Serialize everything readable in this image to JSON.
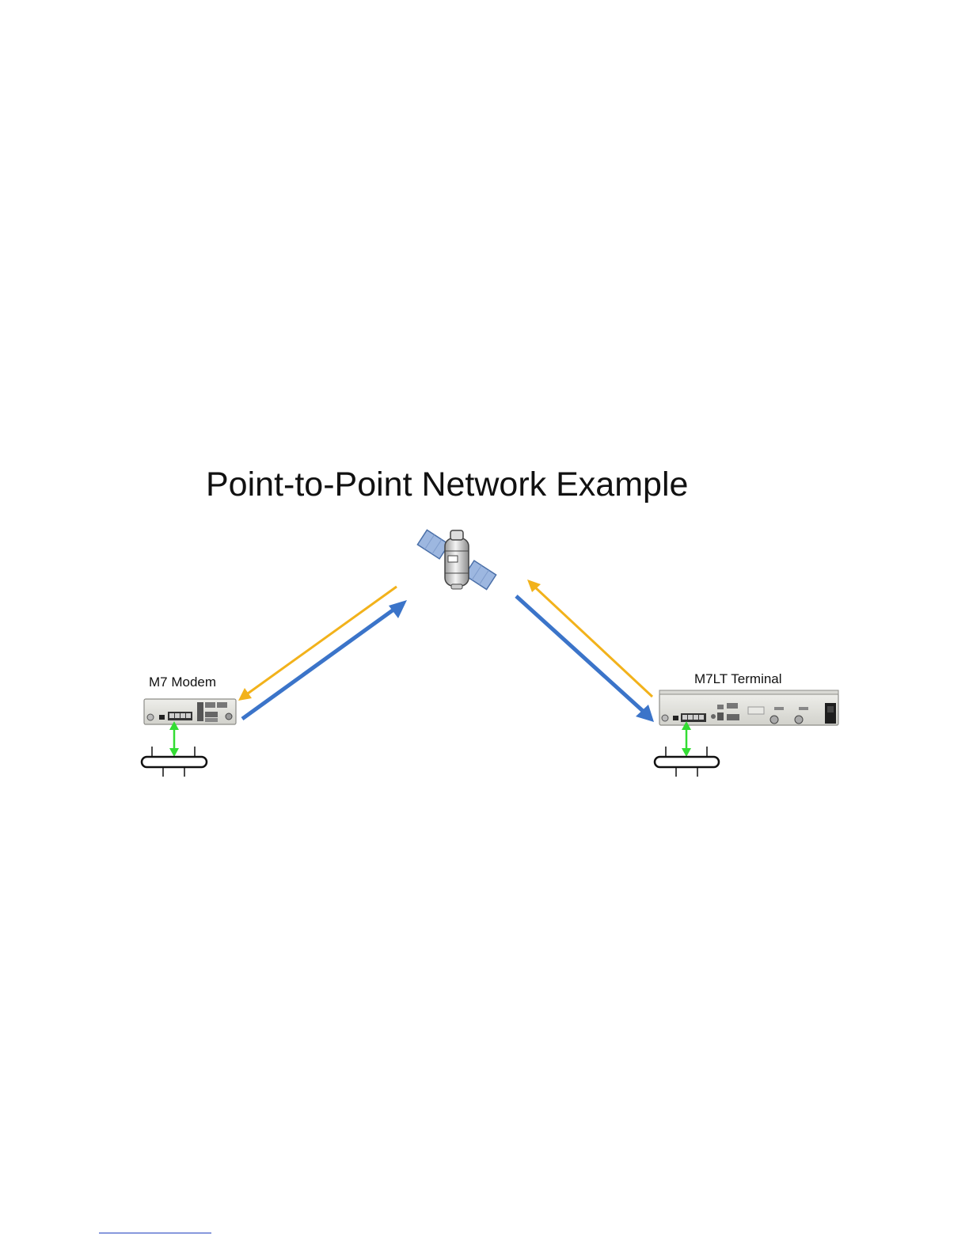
{
  "diagram": {
    "title": "Point-to-Point Network Example",
    "nodes": {
      "modem": {
        "label": "M7 Modem"
      },
      "terminal": {
        "label": "M7LT Terminal"
      },
      "satellite": {
        "icon": "satellite-icon"
      }
    },
    "links": [
      {
        "from": "modem",
        "to": "satellite",
        "color": "#3b74c9"
      },
      {
        "from": "satellite",
        "to": "modem",
        "color": "#f2b21b"
      },
      {
        "from": "satellite",
        "to": "terminal",
        "color": "#3b74c9"
      },
      {
        "from": "terminal",
        "to": "satellite",
        "color": "#f2b21b"
      },
      {
        "from": "modem",
        "to": "lan",
        "color": "#33dd33"
      },
      {
        "from": "terminal",
        "to": "lan",
        "color": "#33dd33"
      }
    ]
  }
}
